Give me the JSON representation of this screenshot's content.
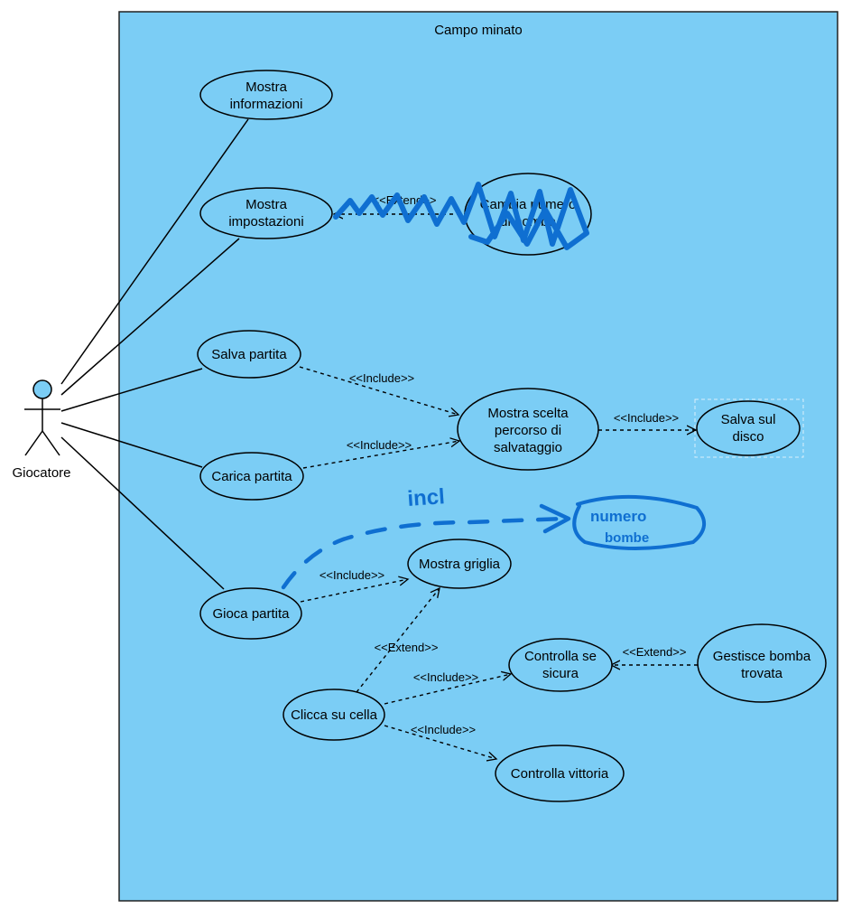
{
  "system": {
    "title": "Campo minato"
  },
  "actor": {
    "name": "Giocatore"
  },
  "colors": {
    "boundary_fill": "#7bcdf5",
    "scribble": "#0f6fd1",
    "line": "#000000"
  },
  "use_cases": {
    "mostra_informazioni": [
      "Mostra",
      "informazioni"
    ],
    "mostra_impostazioni": [
      "Mostra",
      "impostazioni"
    ],
    "cambia_numero_bombe": [
      "Cambia numero",
      "di bombe"
    ],
    "salva_partita": [
      "Salva partita"
    ],
    "carica_partita": [
      "Carica partita"
    ],
    "mostra_scelta": [
      "Mostra scelta",
      "percorso di",
      "salvataggio"
    ],
    "salva_disco": [
      "Salva sul",
      "disco"
    ],
    "gioca_partita": [
      "Gioca partita"
    ],
    "mostra_griglia": [
      "Mostra griglia"
    ],
    "clicca_cella": [
      "Clicca su cella"
    ],
    "controlla_sicura": [
      "Controlla se",
      "sicura"
    ],
    "gestisce_bomba": [
      "Gestisce bomba",
      "trovata"
    ],
    "controlla_vittoria": [
      "Controlla vittoria"
    ]
  },
  "relations": {
    "extend_impostazioni": "<<Extend>>",
    "include_salva": "<<Include>>",
    "include_carica": "<<Include>>",
    "include_disco": "<<Include>>",
    "include_griglia": "<<Include>>",
    "extend_griglia": "<<Extend>>",
    "include_sicura": "<<Include>>",
    "extend_bomba": "<<Extend>>",
    "include_vittoria": "<<Include>>"
  },
  "handwritten": {
    "incl": "incl",
    "numero": "numero",
    "bombe": "bombe"
  }
}
